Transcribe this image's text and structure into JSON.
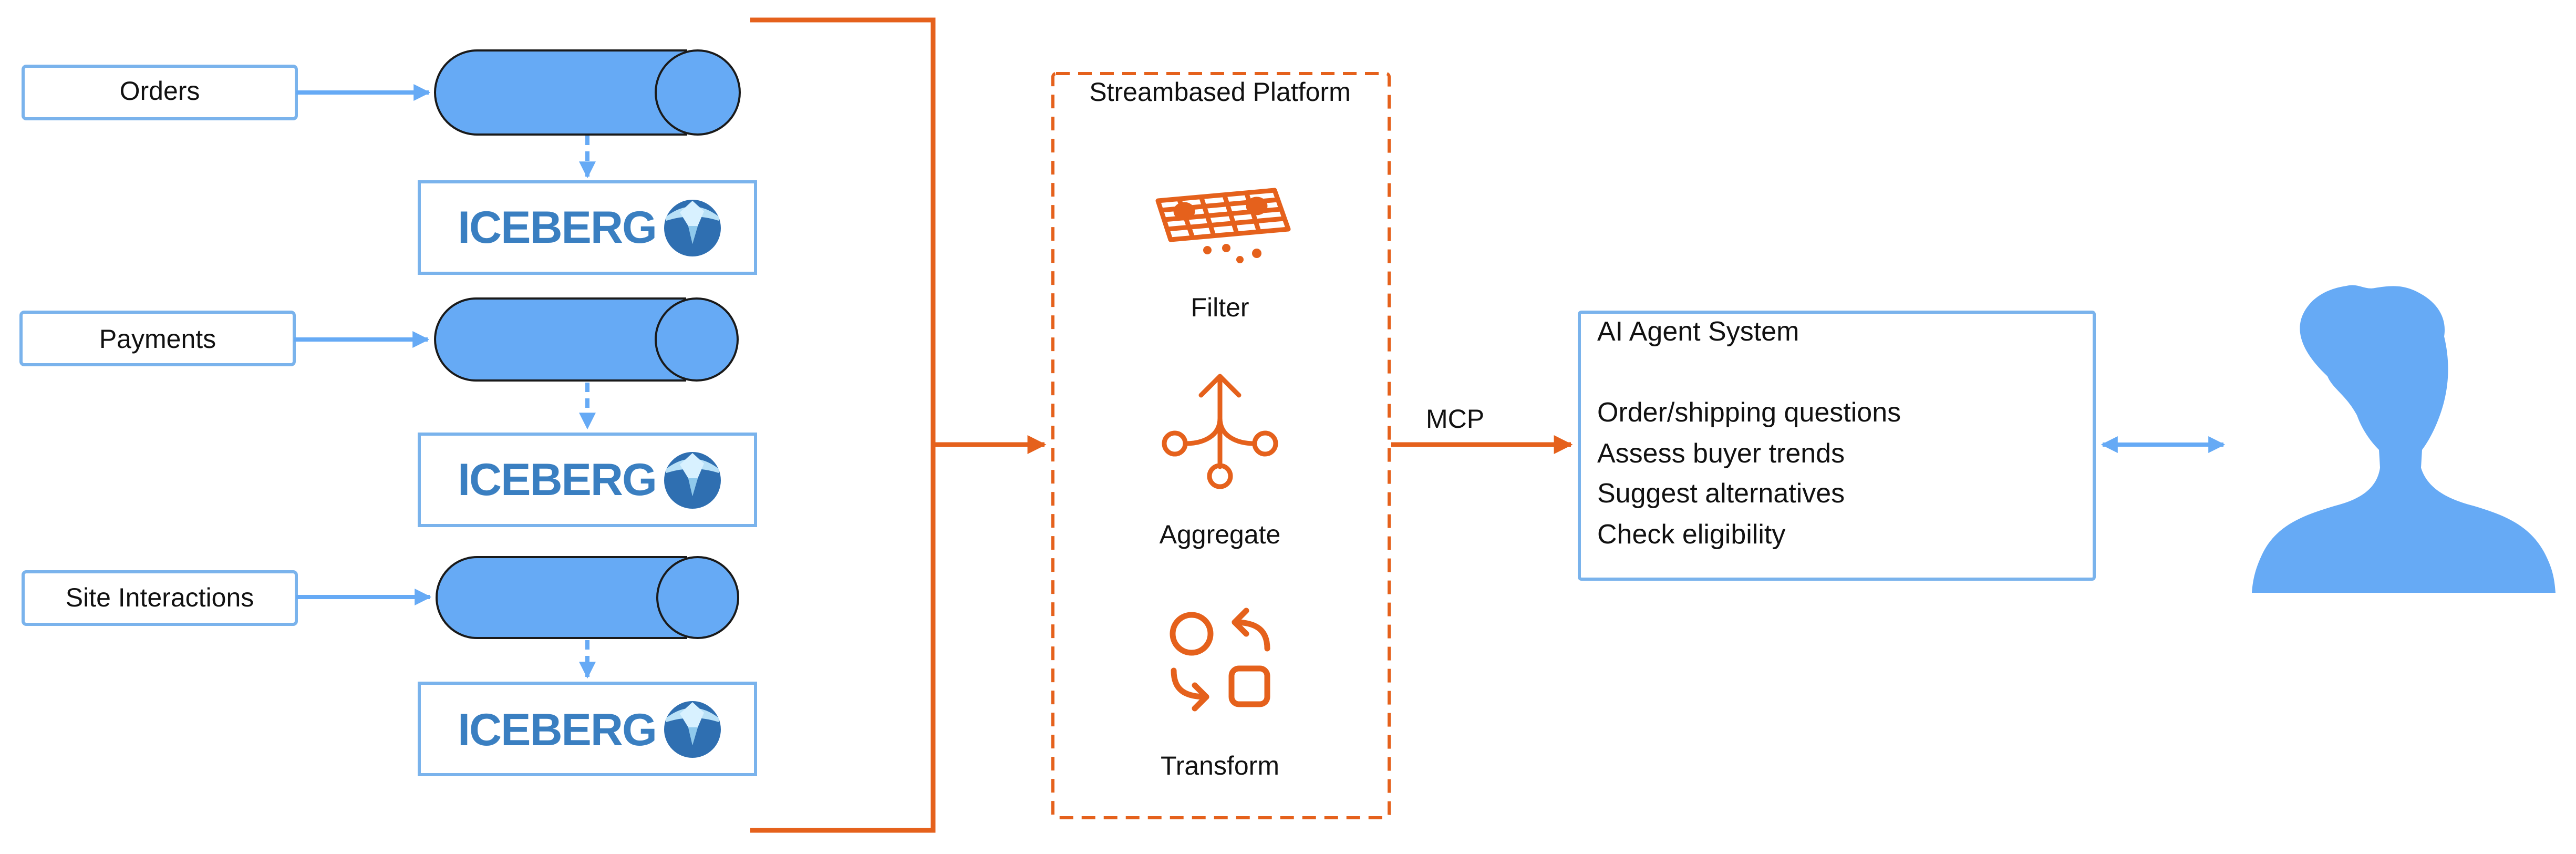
{
  "sources": [
    {
      "label": "Orders",
      "table_brand": "ICEBERG"
    },
    {
      "label": "Payments",
      "table_brand": "ICEBERG"
    },
    {
      "label": "Site Interactions",
      "table_brand": "ICEBERG"
    }
  ],
  "platform": {
    "title": "Streambased Platform",
    "operations": [
      {
        "label": "Filter",
        "icon": "filter-icon"
      },
      {
        "label": "Aggregate",
        "icon": "aggregate-icon"
      },
      {
        "label": "Transform",
        "icon": "transform-icon"
      }
    ]
  },
  "connection_label": "MCP",
  "agent": {
    "title": "AI Agent System",
    "capabilities": [
      "Order/shipping questions",
      "Assess buyer trends",
      "Suggest alternatives",
      "Check eligibility"
    ]
  },
  "user": {
    "icon": "user-icon"
  },
  "colors": {
    "blue": "#66aaf5",
    "box_border": "#7ab3ec",
    "iceberg_text": "#3a7fc1",
    "iceberg_globe": "#2f6fb1",
    "orange": "#e5611c"
  }
}
